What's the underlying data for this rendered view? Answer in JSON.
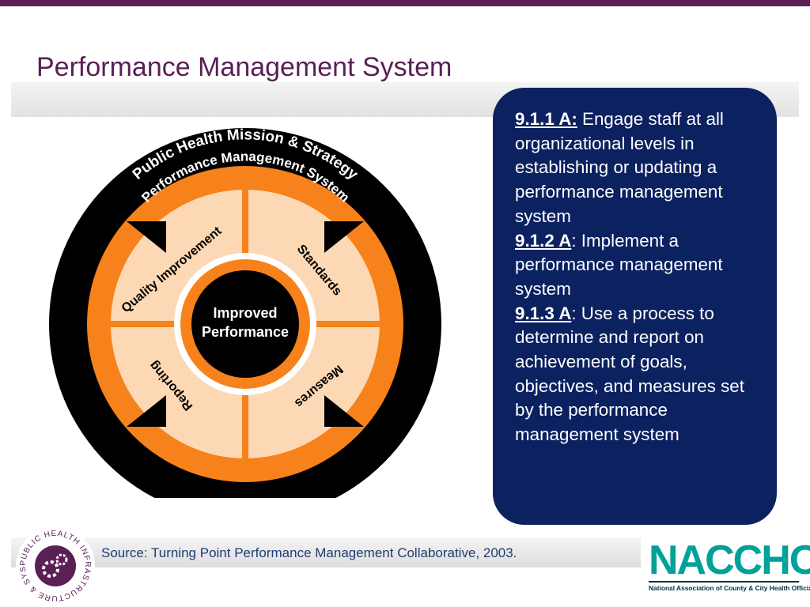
{
  "title": "Performance Management System",
  "diagram": {
    "outer_ring_text": "Public Health Mission & Strategy",
    "inner_ring_text": "Performance Management System",
    "quadrants": [
      "Quality Improvement",
      "Standards",
      "Measures",
      "Reporting"
    ],
    "center_line1": "Improved",
    "center_line2": "Performance",
    "colors": {
      "black": "#000000",
      "orange": "#f7821b",
      "peach": "#fcd9b4",
      "white": "#ffffff"
    }
  },
  "panel": {
    "items": [
      {
        "code": "9.1.1 A",
        "sep": ":",
        "text": " Engage staff at all organizational levels in establishing or updating a performance management system"
      },
      {
        "code": "9.1.2 A",
        "sep": "",
        "text": ": Implement a performance management system"
      },
      {
        "code": "9.1.3 A",
        "sep": "",
        "text": ": Use a process to determine and report on achievement of goals, objectives, and measures set by the performance management system"
      }
    ],
    "color": "#0b2160"
  },
  "footer": {
    "source": "Source:  Turning Point Performance Management Collaborative, 2003.",
    "logo_ring_text": "PUBLIC HEALTH INFRASTRUCTURE & SYSTEMS",
    "naccho_name": "NACCHO",
    "naccho_full": "National Association of County & City Health Officials"
  },
  "colors": {
    "title": "#5a1f54",
    "accent_teal": "#00a19a"
  }
}
